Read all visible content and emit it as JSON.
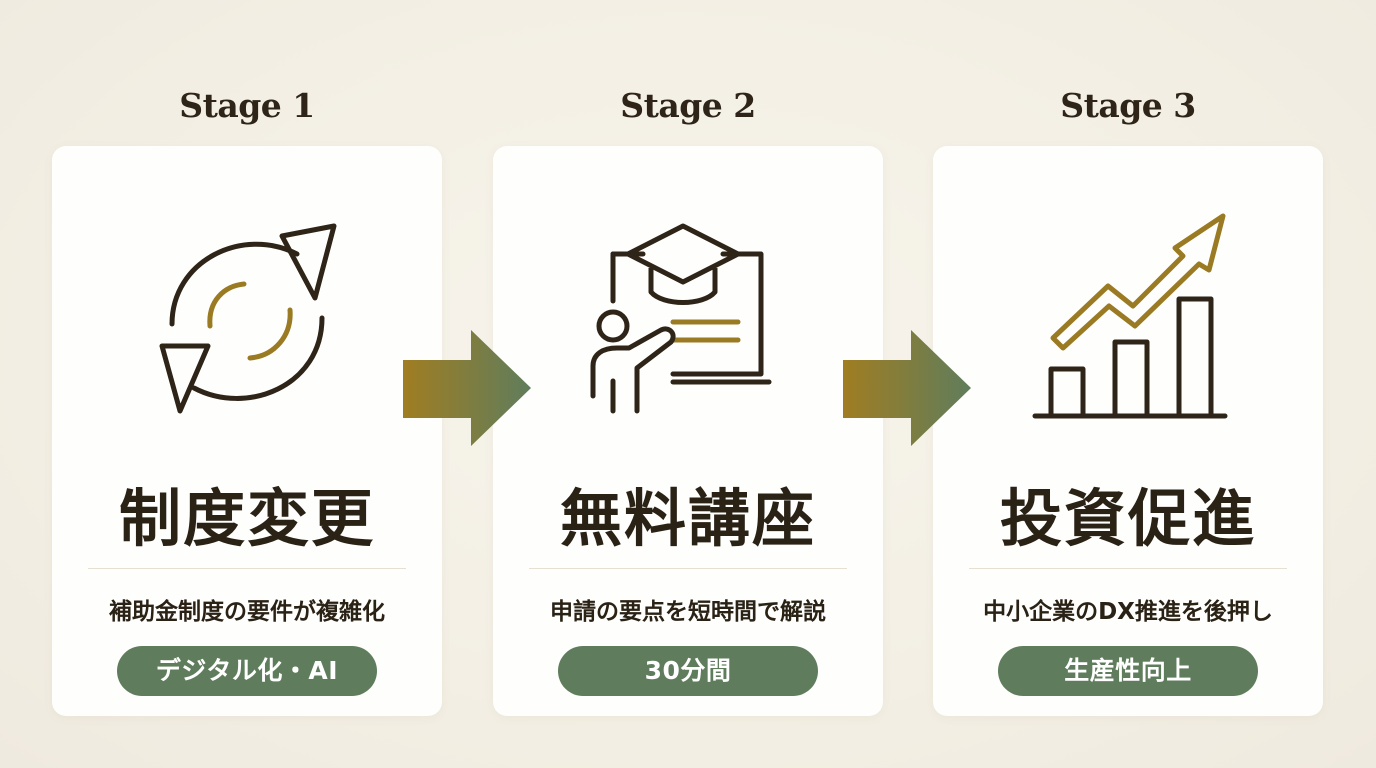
{
  "stages": [
    {
      "label": "Stage 1",
      "heading": "制度変更",
      "description": "補助金制度の要件が複雑化",
      "tag": "デジタル化・AI",
      "icon": "refresh-cycle-icon"
    },
    {
      "label": "Stage 2",
      "heading": "無料講座",
      "description": "申請の要点を短時間で解説",
      "tag": "30分間",
      "icon": "teacher-graduation-icon"
    },
    {
      "label": "Stage 3",
      "heading": "投資促進",
      "description": "中小企業のDX推進を後押し",
      "tag": "生産性向上",
      "icon": "growth-chart-icon"
    }
  ],
  "colors": {
    "background": "#f3efe4",
    "card": "#fefefd",
    "text_dark": "#2b2216",
    "accent_gold": "#9a7a22",
    "accent_green": "#5f7d5c",
    "icon_stroke": "#2e2417"
  }
}
